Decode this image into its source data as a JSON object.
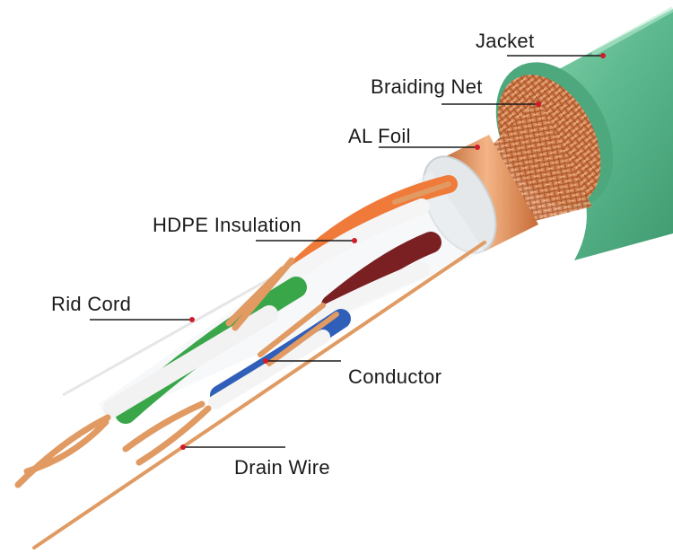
{
  "labels": {
    "jacket": "Jacket",
    "braiding_net": "Braiding Net",
    "al_foil": "AL Foil",
    "hdpe_insulation": "HDPE Insulation",
    "rid_cord": "Rid Cord",
    "conductor": "Conductor",
    "drain_wire": "Drain Wire"
  },
  "colors": {
    "jacket": "#5cb88e",
    "braid": "#d98a5a",
    "copper": "#e09a62",
    "pair_orange": "#f07a3a",
    "pair_green": "#3aa64a",
    "pair_blue": "#2f5fb8",
    "pair_brown": "#7a1f22",
    "leader_line": "#1a1a1a",
    "marker_dot": "#d11a2a"
  }
}
